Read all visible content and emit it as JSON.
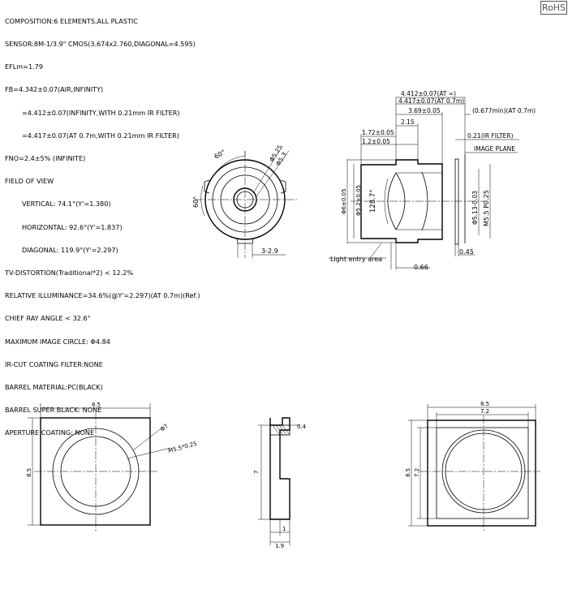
{
  "specs": [
    "COMPOSITION:6 ELEMENTS,ALL PLASTIC",
    "SENSOR:8M-1/3.9\" CMOS(3.674x2.760,DIAGONAL=4.595)",
    "EFLm=1.79",
    "FB=4.342±0.07(AIR,INFINITY)",
    "=4.412±0.07(INFINITY,WITH 0.21mm IR FILTER)",
    "=4.417±0.07(AT 0.7m,WITH 0.21mm IR FILTER)",
    "FNO=2.4±5% (INFINITE)",
    "FIELD OF VIEW",
    "VERTICAL: 74.1°(Y'=1.380)",
    "HORIZONTAL: 92.6°(Y'=1.837)",
    "DIAGONAL: 119.9°(Y'=2.297)",
    "TV-DISTORTION(Traditional*2) < 12.2%",
    "RELATIVE ILLUMINANCE=34.6%(@Y'=2.297)(AT 0.7m)(Ref.)",
    "CHIEF RAY ANGLE < 32.6°",
    "MAXIMUM IMAGE CIRCLE: Φ4.84",
    "IR-CUT COATING FILTER:NONE",
    "BARREL MATERIAL:PC(BLACK)",
    "BARREL SUPER BLACK: NONE",
    "APERTURE COATING: NONE"
  ],
  "rohs": "RoHS",
  "front_view": {
    "angle_top": "60°",
    "angle_left": "60°",
    "dia_outer": "Φ5.25",
    "dia_inner": "Φ5.3",
    "slot_dim": "3-2.9"
  },
  "side_view": {
    "dim_fb_air": "4.412±0.07(AT ∞)",
    "dim_fb_07": "4.417±0.07(AT 0.7m)",
    "dim_369": "3.69±0.05",
    "dim_0677": "(0.677min)(AT 0.7m)",
    "dim_215": "2.15",
    "dim_172": "1.72±0.05",
    "dim_12": "1.2±0.05",
    "ir_filter": "0.21(IR FILTER)",
    "image_plane": "IMAGE PLANE",
    "dia_6": "Φ6±0.05",
    "dia_52": "Φ5.2±0.05",
    "angle_1287": "128.7°",
    "dia_513": "Φ5.13-0.03",
    "thread": "M5.5 P0.25",
    "light_entry": "Light entry area",
    "dim_066": "0.66",
    "dim_045": "0.45"
  },
  "holder_front": {
    "width": "8.5",
    "height": "8.5",
    "dia_7": "Φ7",
    "thread": "M5.5*0.25"
  },
  "holder_side": {
    "dim_04": "0.4",
    "dim_7": "7",
    "dim_1": "1",
    "dim_19": "1.9"
  },
  "holder_back": {
    "width_outer": "8.5",
    "width_inner": "7.2",
    "height_outer": "8.5",
    "height_inner": "7.2"
  }
}
